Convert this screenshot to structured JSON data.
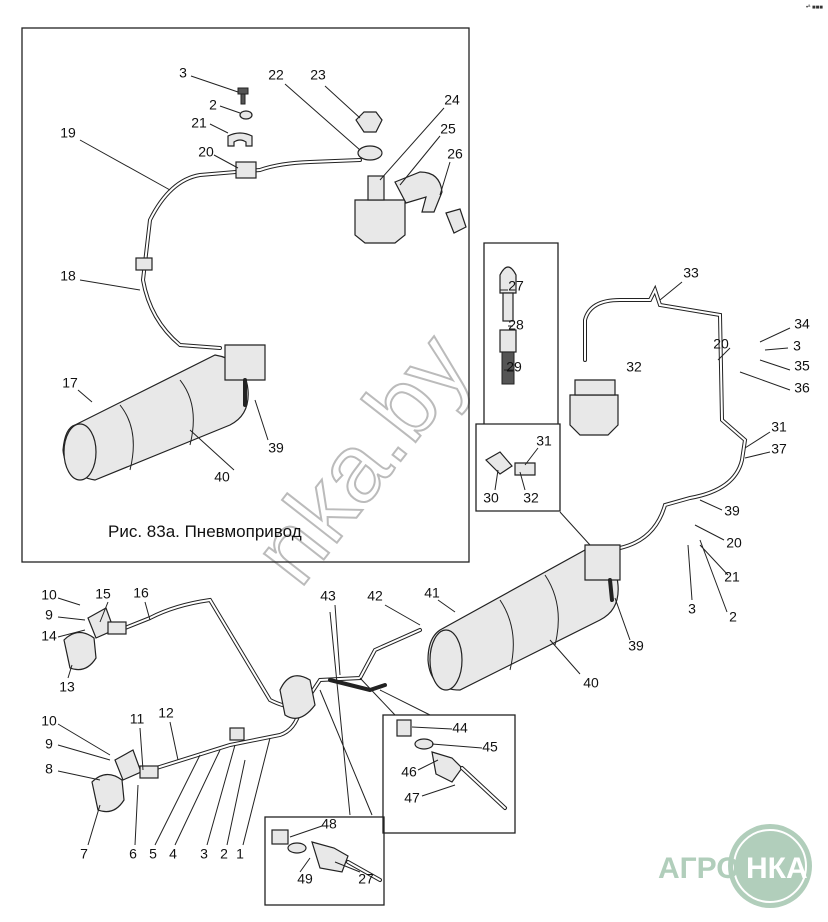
{
  "caption": "Рис. 83а. Пневмопривод",
  "watermark": "nka.by",
  "logo": {
    "left": "АГРО",
    "right": "НКА",
    "color": "#a9c9b4"
  },
  "corner_mark": "•ª ■■■",
  "labels": {
    "top": [
      "3",
      "2",
      "21",
      "22",
      "23",
      "24",
      "25",
      "26",
      "19",
      "20",
      "18",
      "17",
      "40",
      "39"
    ],
    "middle": [
      "27",
      "28",
      "29",
      "31",
      "30",
      "32",
      "32"
    ],
    "right": [
      "33",
      "34",
      "3",
      "20",
      "35",
      "36",
      "31",
      "37",
      "39",
      "20",
      "21",
      "3",
      "2",
      "40",
      "39"
    ],
    "bottom_left": [
      "10",
      "9",
      "15",
      "16",
      "14",
      "13",
      "43",
      "42",
      "41"
    ],
    "bottom": [
      "10",
      "11",
      "12",
      "9",
      "8",
      "7",
      "6",
      "5",
      "4",
      "3",
      "2",
      "1"
    ],
    "inset_a": [
      "44",
      "45",
      "46",
      "47"
    ],
    "inset_b": [
      "48",
      "49",
      "27"
    ]
  }
}
